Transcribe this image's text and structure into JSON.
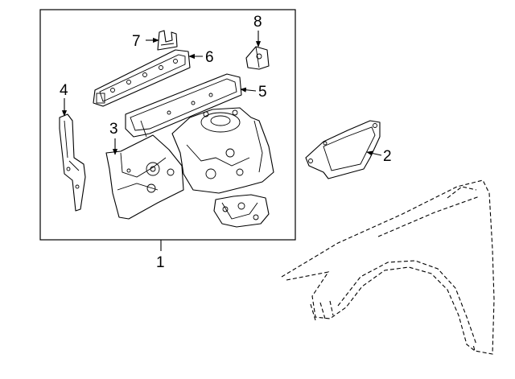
{
  "callouts": [
    {
      "id": "1",
      "label": "1"
    },
    {
      "id": "2",
      "label": "2"
    },
    {
      "id": "3",
      "label": "3"
    },
    {
      "id": "4",
      "label": "4"
    },
    {
      "id": "5",
      "label": "5"
    },
    {
      "id": "6",
      "label": "6"
    },
    {
      "id": "7",
      "label": "7"
    },
    {
      "id": "8",
      "label": "8"
    }
  ]
}
